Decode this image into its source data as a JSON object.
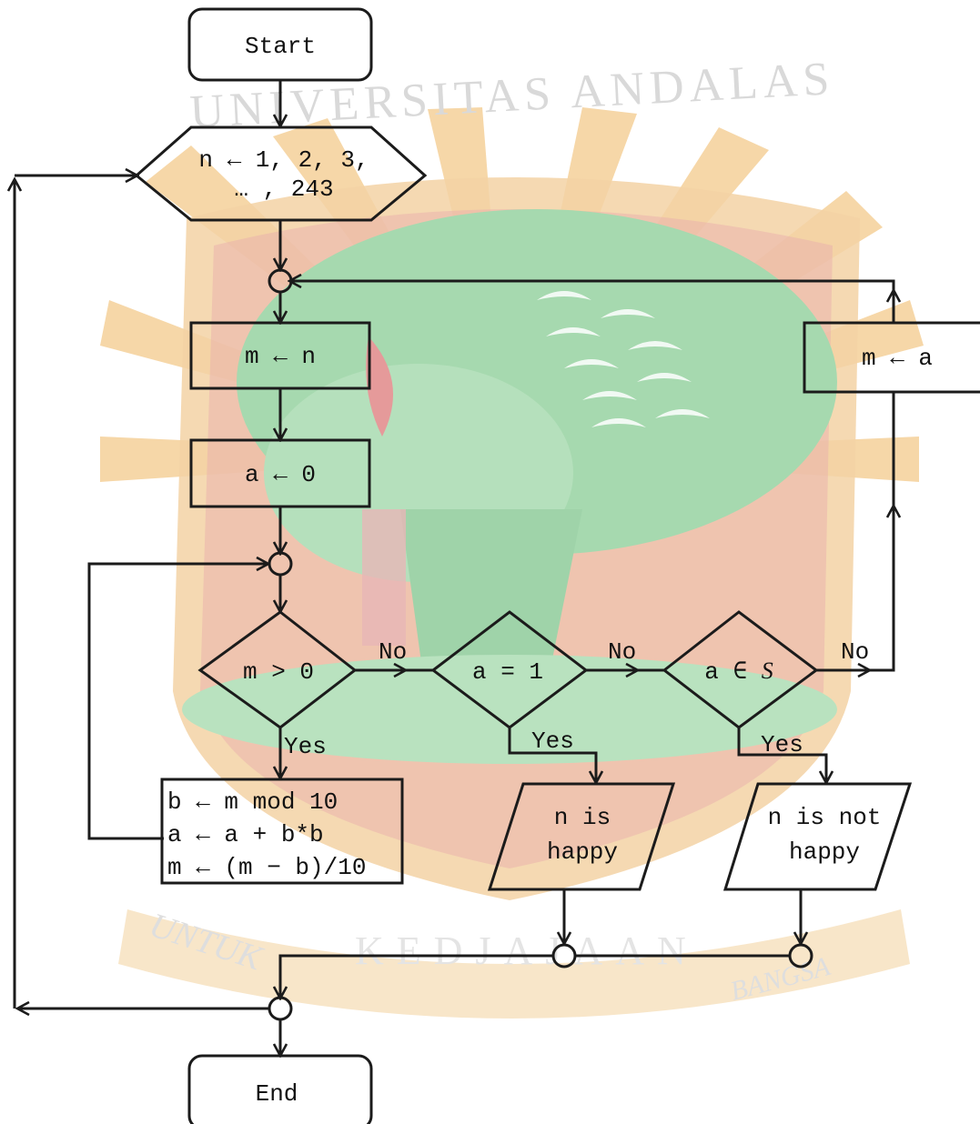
{
  "watermark": {
    "top_text": "UNIVERSITAS ANDALAS",
    "bottom_left": "UNTUK",
    "bottom_middle": "KEDJAJAAN",
    "bottom_right": "BANGSA",
    "colors": {
      "gold": "#f2c98f",
      "gold_light": "#f8dfb4",
      "red": "#e6a7a7",
      "green": "#a9dcb2",
      "green_light": "#cdebd1"
    }
  },
  "flowchart": {
    "start": "Start",
    "loop_n_line1": "n ← 1, 2, 3,",
    "loop_n_line2": "… , 243",
    "assign_m": "m ← n",
    "assign_a": "a ← 0",
    "decision_m": "m > 0",
    "decision_a1": "a = 1",
    "decision_aS_pre": "a ∈ ",
    "decision_aS_set": "S",
    "body_line1": "b ← m mod 10",
    "body_line2": "a ← a + b*b",
    "body_line3": "m ← (m − b)/10",
    "happy_line1": "n is",
    "happy_line2": "happy",
    "nothappy_line1": "n is not",
    "nothappy_line2": "happy",
    "assign_ma": "m ← a",
    "end": "End",
    "labels": {
      "no1": "No",
      "no2": "No",
      "no3": "No",
      "yes1": "Yes",
      "yes2": "Yes",
      "yes3": "Yes"
    }
  }
}
